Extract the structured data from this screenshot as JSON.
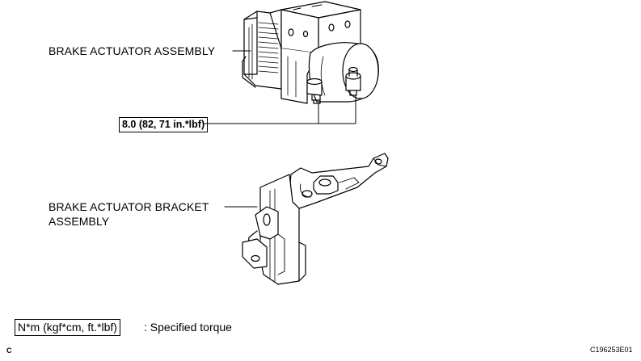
{
  "labels": {
    "actuator": "BRAKE ACTUATOR ASSEMBLY",
    "bracket_line1": "BRAKE ACTUATOR BRACKET",
    "bracket_line2": "ASSEMBLY"
  },
  "torque": {
    "value": "8.0 (82, 71 in.*lbf)"
  },
  "legend": {
    "unit": "N*m (kgf*cm, ft.*lbf)",
    "description": ": Specified torque"
  },
  "footer": {
    "corner_left": "C",
    "figure_id": "C196253E01"
  }
}
